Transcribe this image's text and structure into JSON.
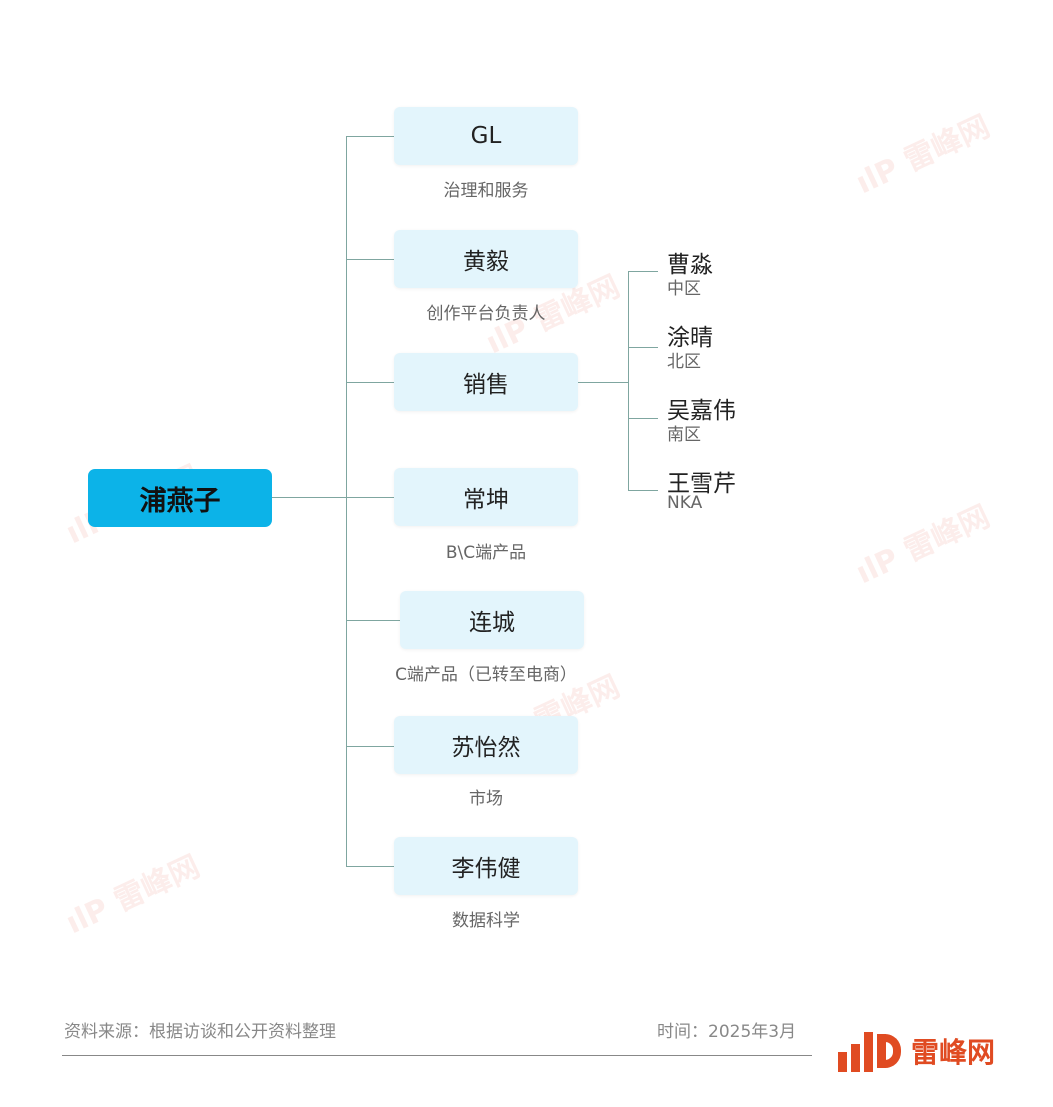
{
  "root": {
    "name": "浦燕子"
  },
  "children": [
    {
      "name": "GL",
      "role": "治理和服务"
    },
    {
      "name": "黄毅",
      "role": "创作平台负责人"
    },
    {
      "name": "销售",
      "role": ""
    },
    {
      "name": "常坤",
      "role": "B\\C端产品"
    },
    {
      "name": "连城",
      "role": "C端产品（已转至电商）"
    },
    {
      "name": "苏怡然",
      "role": "市场"
    },
    {
      "name": "李伟健",
      "role": "数据科学"
    }
  ],
  "sales": [
    {
      "name": "曹淼",
      "region": "中区"
    },
    {
      "name": "涂晴",
      "region": "北区"
    },
    {
      "name": "吴嘉伟",
      "region": "南区"
    },
    {
      "name": "王雪芹",
      "region": "NKA"
    }
  ],
  "footer": {
    "source": "资料来源：根据访谈和公开资料整理",
    "time": "时间：2025年3月"
  },
  "logo": {
    "text": "雷峰网"
  },
  "colors": {
    "root": "#0cb3e8",
    "box": "#e3f5fc",
    "line": "#7fa6a0",
    "brand": "#e04b22"
  }
}
